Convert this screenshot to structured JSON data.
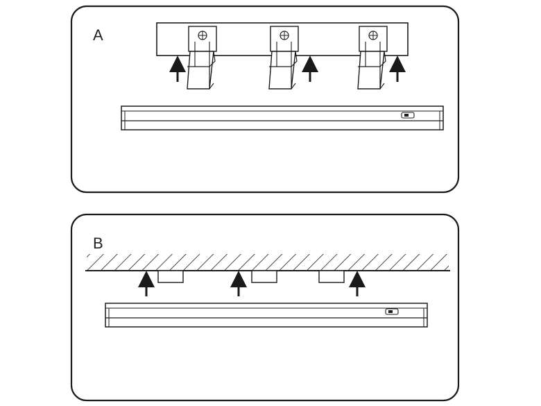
{
  "panels": [
    {
      "id": "A",
      "label": "A",
      "clip_count": 3,
      "mount": "wall-plate"
    },
    {
      "id": "B",
      "label": "B",
      "clip_count": 3,
      "mount": "ceiling"
    }
  ],
  "colors": {
    "line": "#1a1a1a",
    "background": "#ffffff"
  }
}
